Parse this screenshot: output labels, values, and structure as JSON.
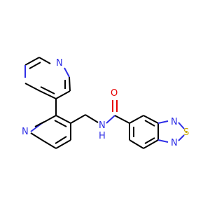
{
  "diagram": {
    "type": "chemical-structure",
    "atom_labels": {
      "n_pyridine_top": "N",
      "n_pyridine_left": "N",
      "n_amide": "N",
      "h_amide": "H",
      "o_carbonyl": "O",
      "n_thiadiazole_top": "N",
      "s_thiadiazole": "S",
      "n_thiadiazole_bottom": "N"
    },
    "colors": {
      "bond": "#000000",
      "nitrogen": "#2F2FE6",
      "oxygen": "#E60000",
      "sulfur": "#C8A800"
    }
  }
}
